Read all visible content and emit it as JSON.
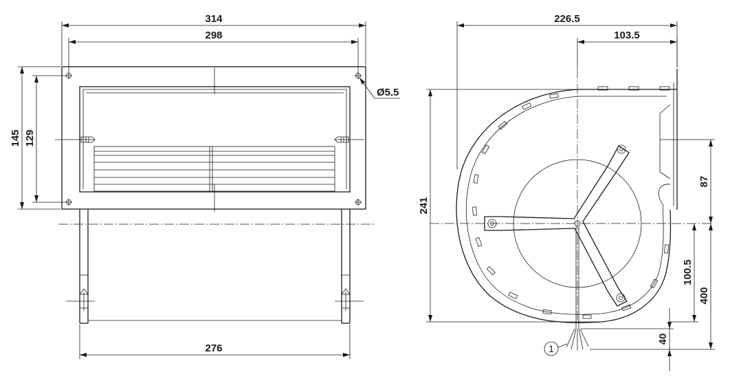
{
  "front_view": {
    "dims": {
      "overall_width": "314",
      "hole_spacing_width": "298",
      "overall_height": "145",
      "hole_spacing_height": "129",
      "hole_diameter": "Ø5.5",
      "leg_spacing": "276"
    }
  },
  "side_view": {
    "dims": {
      "overall_depth": "226.5",
      "axis_to_outlet": "103.5",
      "overall_height": "241",
      "outlet_to_axis": "87",
      "axis_to_bottom": "100.5",
      "cable_length": "400",
      "cable_exit": "40"
    },
    "callouts": {
      "cable": "1"
    }
  },
  "colors": {
    "line": "#1a1a1a",
    "background": "#ffffff"
  }
}
